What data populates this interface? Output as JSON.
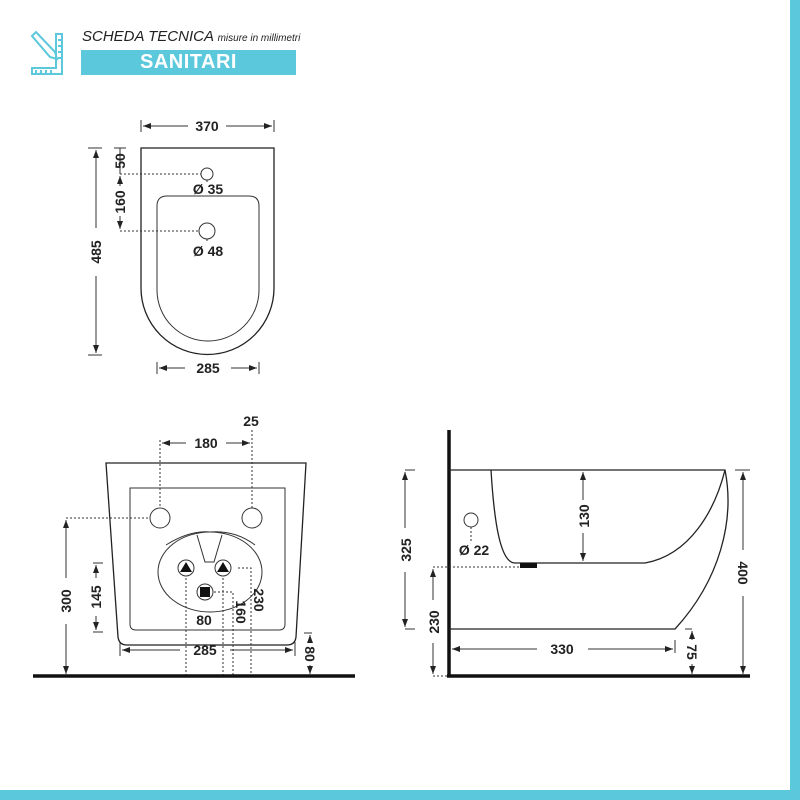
{
  "header": {
    "title": "SCHEDA TECNICA",
    "subtitle": "misure in millimetri",
    "category": "SANITARI",
    "icon": "ruler-pencil-icon",
    "accent_color": "#5bc8dc"
  },
  "top_view": {
    "width": "370",
    "depth": "485",
    "tap_offset": "50",
    "drain_offset": "160",
    "tap_hole": "Ø 35",
    "drain_hole": "Ø 48",
    "inner_width": "285"
  },
  "front_view": {
    "fixing_spacing": "180",
    "fixing_hole_offset": "25",
    "fixing_height": "300",
    "supply_height": "145",
    "supply_spacing": "80",
    "width": "285",
    "floor_clearance": "80",
    "dim_230": "230",
    "dim_160": "160"
  },
  "side_view": {
    "rim_height_from_bottom": "325",
    "bowl_depth": "130",
    "overflow_hole": "Ø 22",
    "drain_height": "230",
    "projection": "330",
    "bottom_height": "75",
    "total_height": "400"
  }
}
